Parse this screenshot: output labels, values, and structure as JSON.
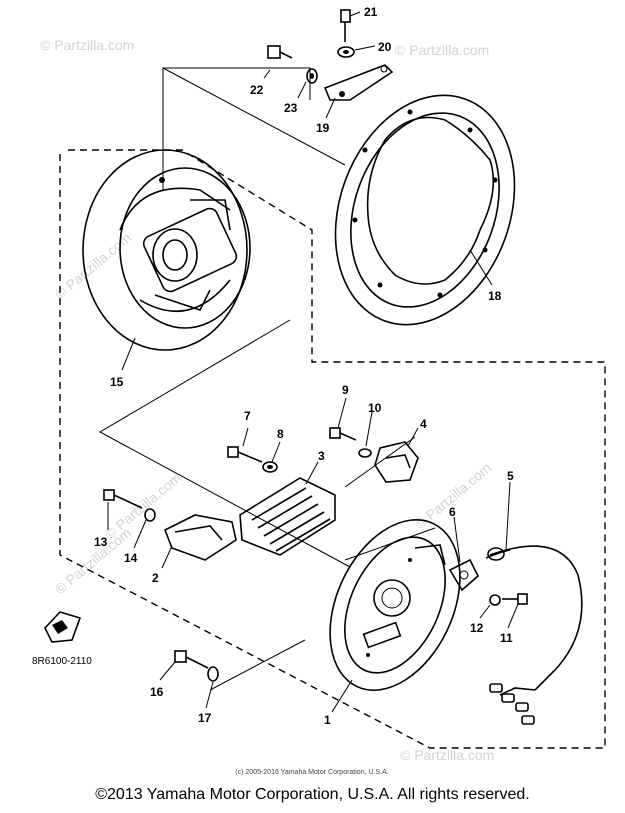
{
  "watermark": "© Partzilla.com",
  "diagram_code": "8R6100-2110",
  "copyright_small": "(c) 2005-2016 Yamaha Motor Corporation, U.S.A.",
  "copyright_footer": "©2013 Yamaha Motor Corporation, U.S.A. All rights reserved.",
  "callouts": {
    "c1": "1",
    "c2": "2",
    "c3": "3",
    "c4": "4",
    "c5": "5",
    "c6": "6",
    "c7": "7",
    "c8": "8",
    "c9": "9",
    "c10": "10",
    "c11": "11",
    "c12": "12",
    "c13": "13",
    "c14": "14",
    "c15": "15",
    "c16": "16",
    "c17": "17",
    "c18": "18",
    "c19": "19",
    "c20": "20",
    "c21": "21",
    "c22": "22",
    "c23": "23"
  }
}
